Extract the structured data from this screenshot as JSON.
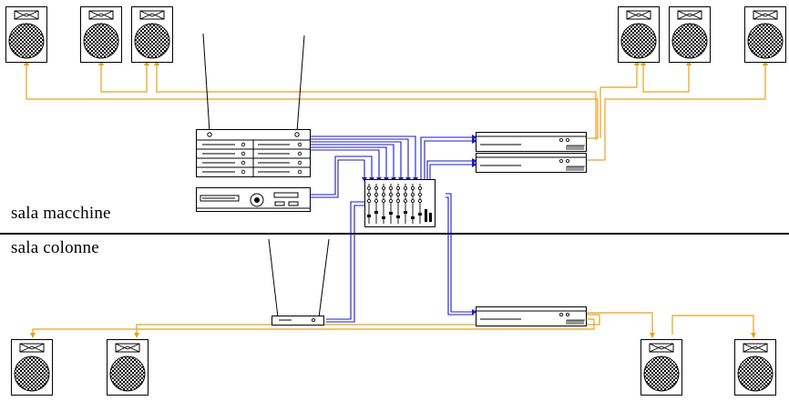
{
  "rooms": {
    "upper": "sala macchine",
    "lower": "sala colonne"
  },
  "colors": {
    "audio_cable": "#e8a21a",
    "signal_cable": "#1a1ac8",
    "outline": "#000000",
    "speaker_cone_check": "#000000"
  },
  "devices": {
    "speakers_upper": 6,
    "speakers_lower": 4,
    "amplifiers": 3,
    "mixer_channels": 8
  },
  "icons": {
    "speaker": "speaker-cabinet-icon",
    "amplifier": "power-amplifier-icon",
    "mixer": "mixing-console-icon",
    "receiver": "wireless-receiver-icon",
    "player": "cd-player-icon",
    "antenna": "antenna-icon"
  }
}
